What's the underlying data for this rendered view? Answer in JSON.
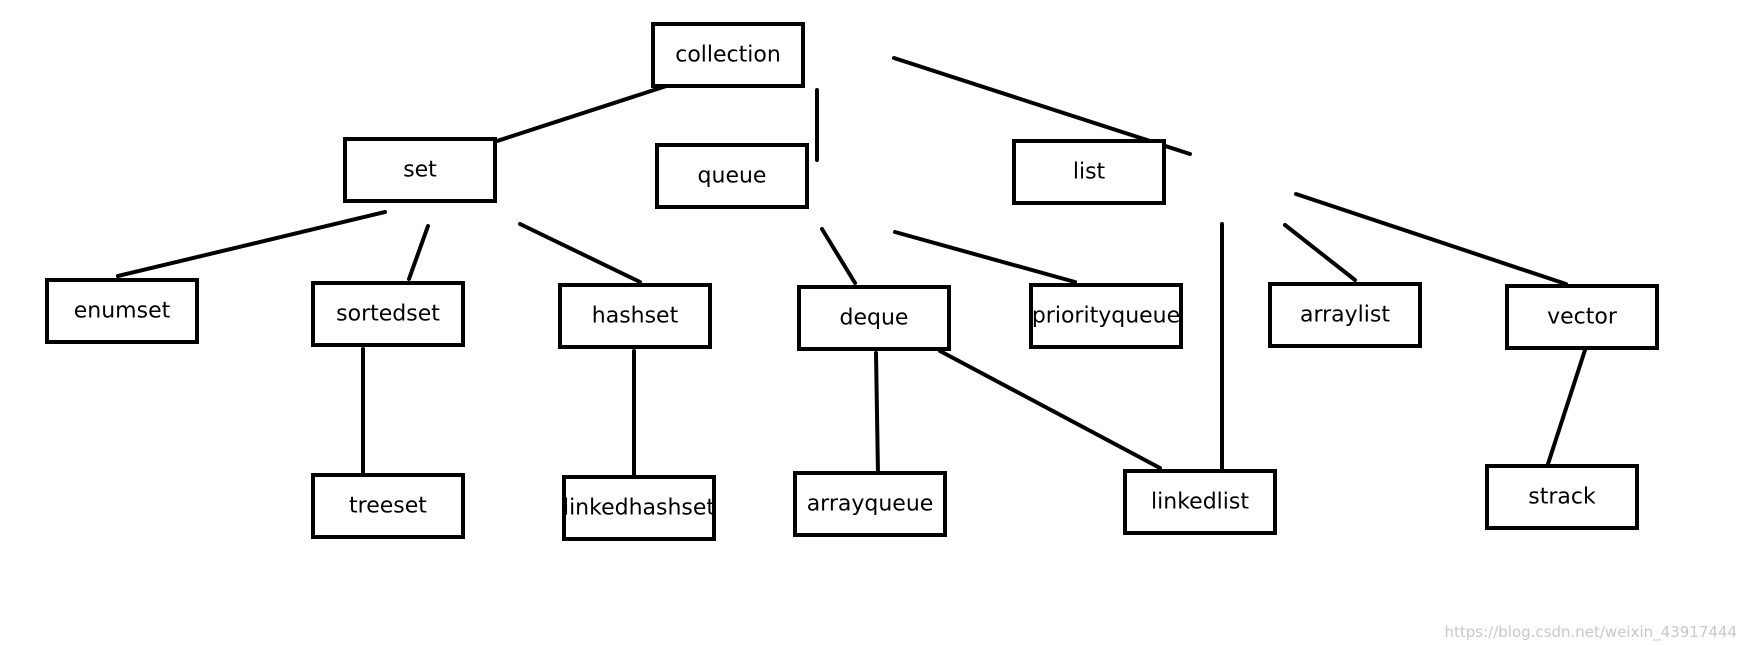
{
  "nodes": [
    {
      "id": "collection",
      "label": "collection"
    },
    {
      "id": "set",
      "label": "set"
    },
    {
      "id": "queue",
      "label": "queue"
    },
    {
      "id": "list",
      "label": "list"
    },
    {
      "id": "enumset",
      "label": "enumset"
    },
    {
      "id": "sortedset",
      "label": "sortedset"
    },
    {
      "id": "hashset",
      "label": "hashset"
    },
    {
      "id": "deque",
      "label": "deque"
    },
    {
      "id": "priorityqueue",
      "label": "priorityqueue"
    },
    {
      "id": "arraylist",
      "label": "arraylist"
    },
    {
      "id": "vector",
      "label": "vector"
    },
    {
      "id": "treeset",
      "label": "treeset"
    },
    {
      "id": "linkedhashset",
      "label": "linkedhashset"
    },
    {
      "id": "arrayqueue",
      "label": "arrayqueue"
    },
    {
      "id": "linkedlist",
      "label": "linkedlist"
    },
    {
      "id": "strack",
      "label": "strack"
    }
  ],
  "edges": [
    {
      "from": "collection",
      "to": "set"
    },
    {
      "from": "collection",
      "to": "queue"
    },
    {
      "from": "collection",
      "to": "list"
    },
    {
      "from": "set",
      "to": "enumset"
    },
    {
      "from": "set",
      "to": "sortedset"
    },
    {
      "from": "set",
      "to": "hashset"
    },
    {
      "from": "sortedset",
      "to": "treeset"
    },
    {
      "from": "hashset",
      "to": "linkedhashset"
    },
    {
      "from": "queue",
      "to": "deque"
    },
    {
      "from": "queue",
      "to": "priorityqueue"
    },
    {
      "from": "deque",
      "to": "arrayqueue"
    },
    {
      "from": "deque",
      "to": "linkedlist"
    },
    {
      "from": "list",
      "to": "linkedlist"
    },
    {
      "from": "list",
      "to": "arraylist"
    },
    {
      "from": "list",
      "to": "vector"
    },
    {
      "from": "vector",
      "to": "strack"
    }
  ],
  "watermark": "https://blog.csdn.net/weixin_43917444",
  "colors": {
    "line": "#000000",
    "box_fill": "#ffffff",
    "background": "#ffffff",
    "watermark": "#c8c8c8"
  }
}
